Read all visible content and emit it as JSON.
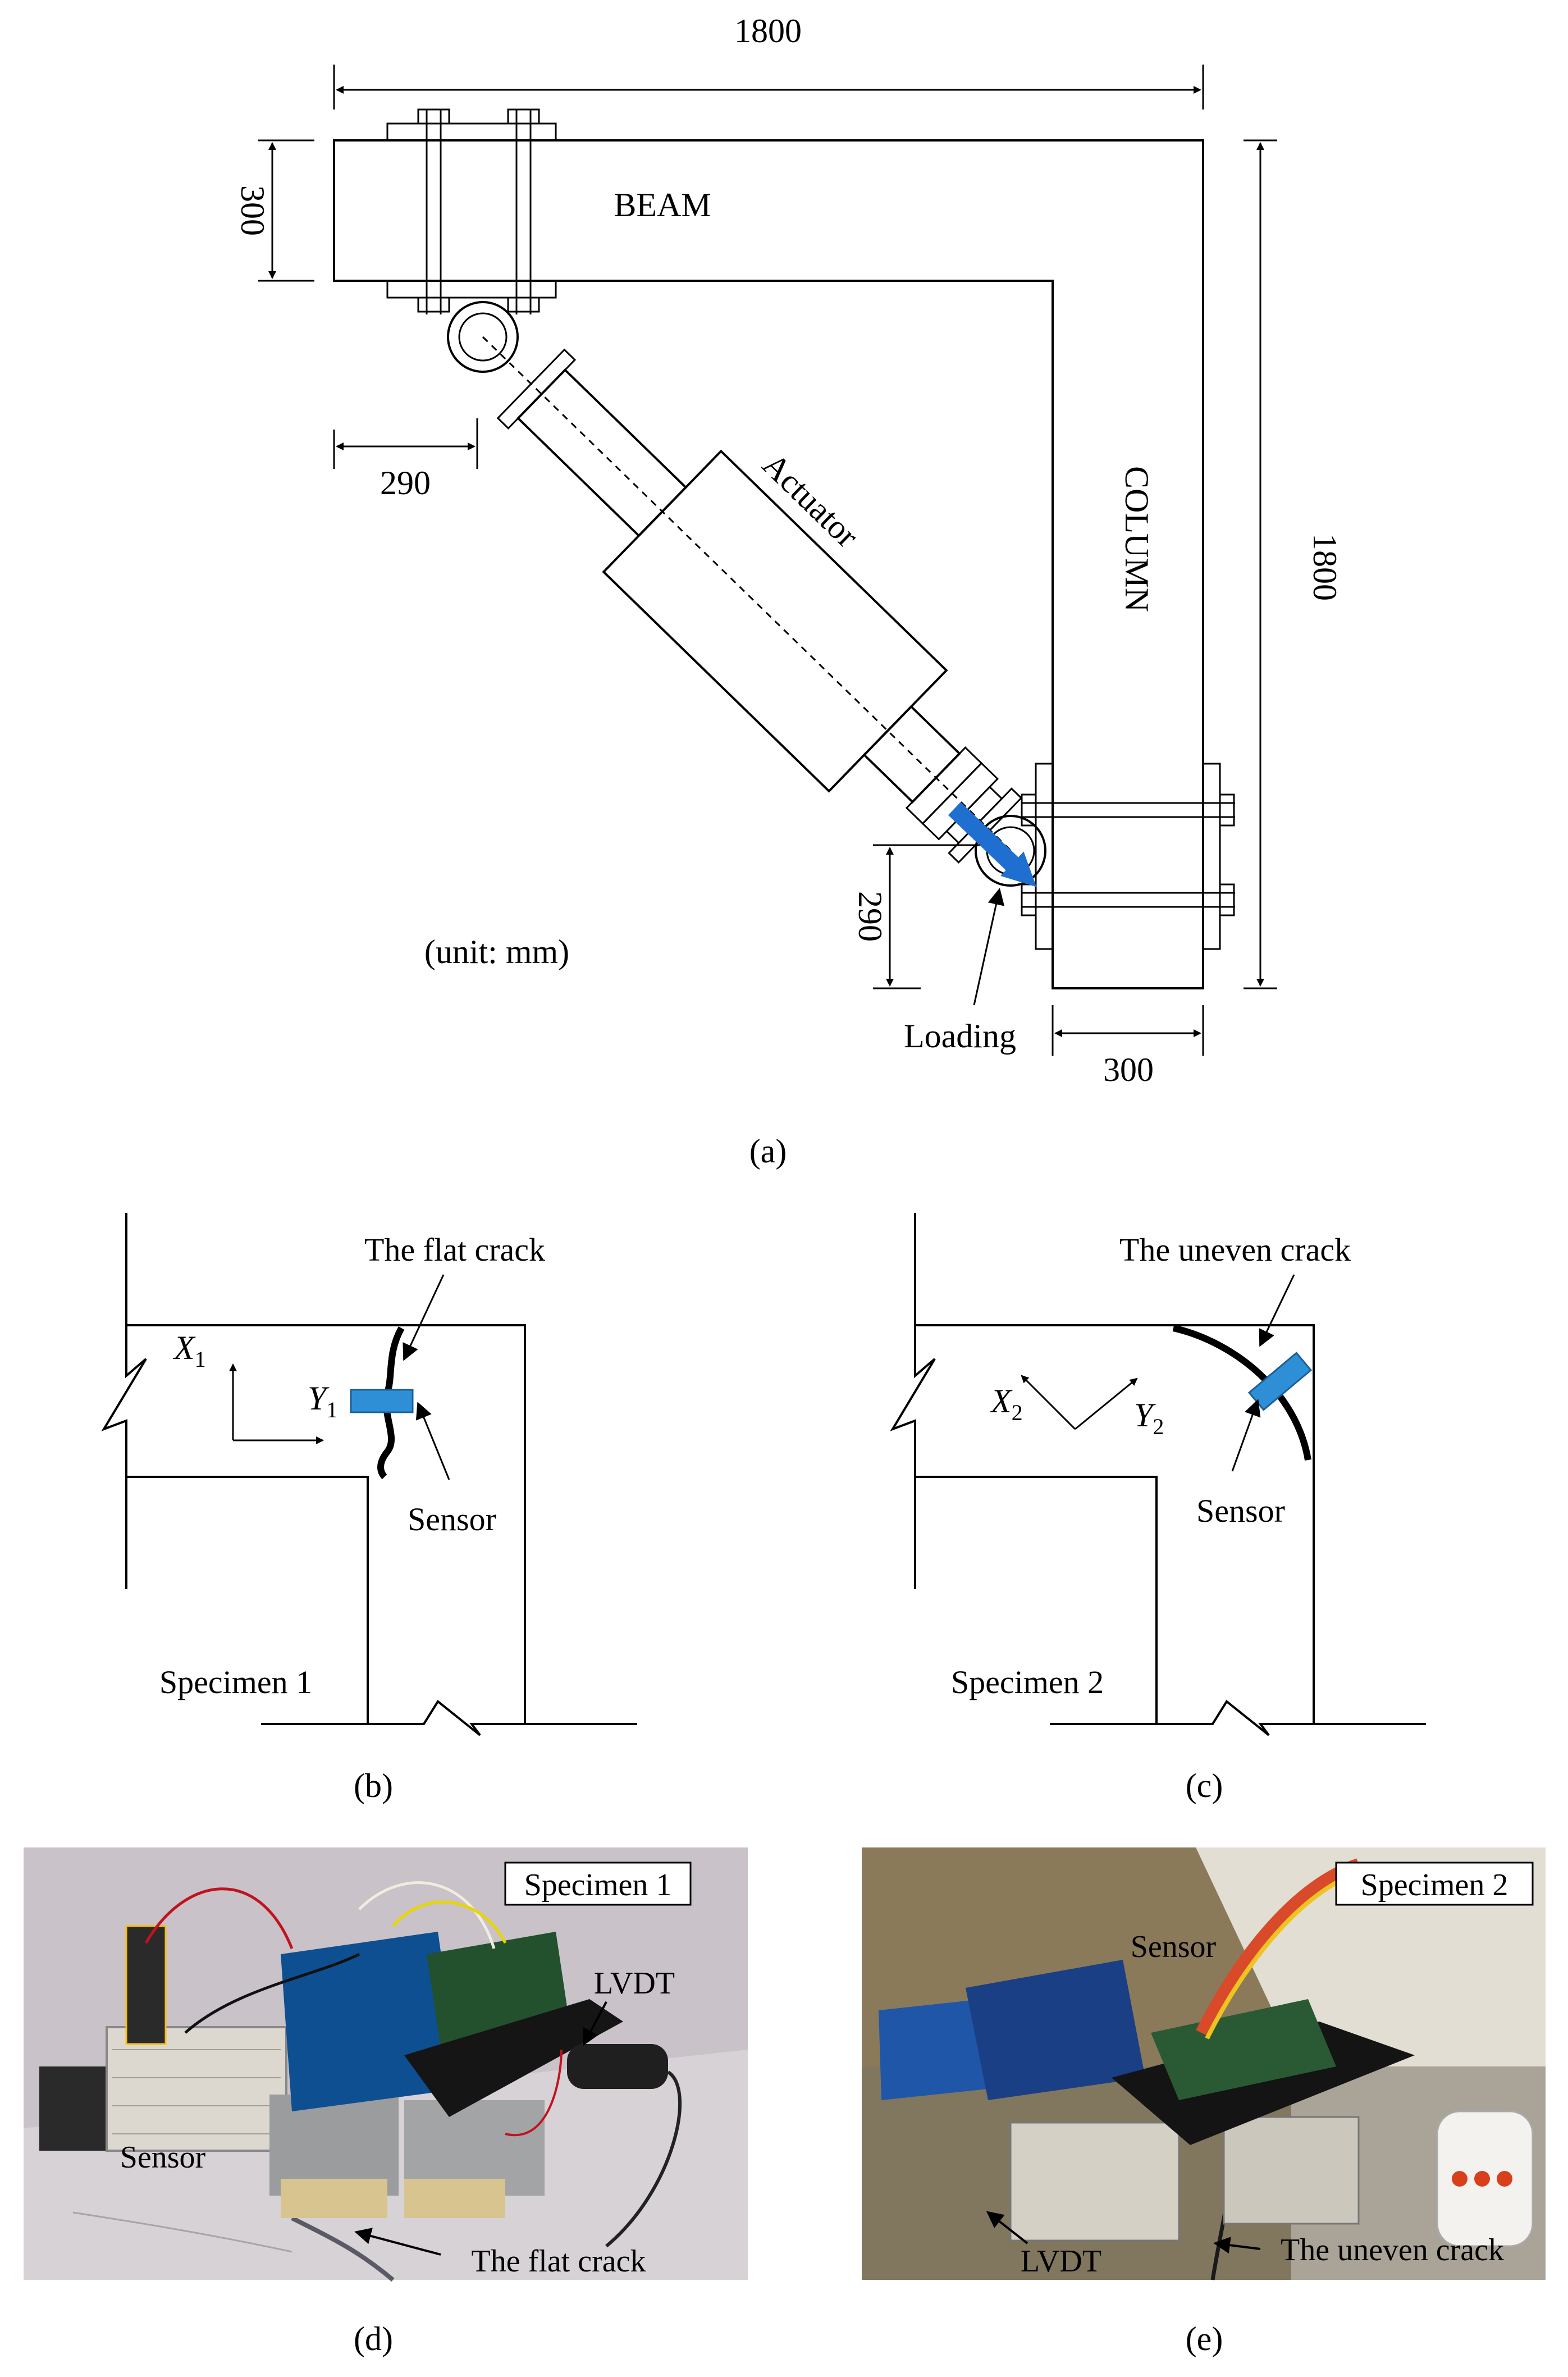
{
  "panel_a": {
    "dim_top": "1800",
    "dim_right": "1800",
    "dim_beam_depth": "300",
    "dim_column_width": "300",
    "dim_offset_top": "290",
    "dim_offset_bottom": "290",
    "beam_label": "BEAM",
    "column_label": "COLUMN",
    "actuator_label": "Actuator",
    "loading_label": "Loading",
    "unit_label": "(unit: mm)",
    "caption": "(a)"
  },
  "panel_b": {
    "crack_label": "The flat crack",
    "axis_x": "X",
    "axis_x_sub": "1",
    "axis_y": "Y",
    "axis_y_sub": "1",
    "sensor_label": "Sensor",
    "specimen_label": "Specimen 1",
    "caption": "(b)"
  },
  "panel_c": {
    "crack_label": "The uneven crack",
    "axis_x": "X",
    "axis_x_sub": "2",
    "axis_y": "Y",
    "axis_y_sub": "2",
    "sensor_label": "Sensor",
    "specimen_label": "Specimen 2",
    "caption": "(c)"
  },
  "panel_d": {
    "specimen_label": "Specimen 1",
    "lvdt_label": "LVDT",
    "sensor_label": "Sensor",
    "crack_label": "The flat crack",
    "caption": "(d)"
  },
  "panel_e": {
    "specimen_label": "Specimen 2",
    "sensor_label": "Sensor",
    "lvdt_label": "LVDT",
    "crack_label": "The uneven crack",
    "caption": "(e)"
  },
  "colors": {
    "accent_blue": "#2f8fd6",
    "loading_arrow": "#1f6fd0",
    "photo_d_bg": "#c9c2c8",
    "photo_e_bg": "#8a7a5a"
  }
}
